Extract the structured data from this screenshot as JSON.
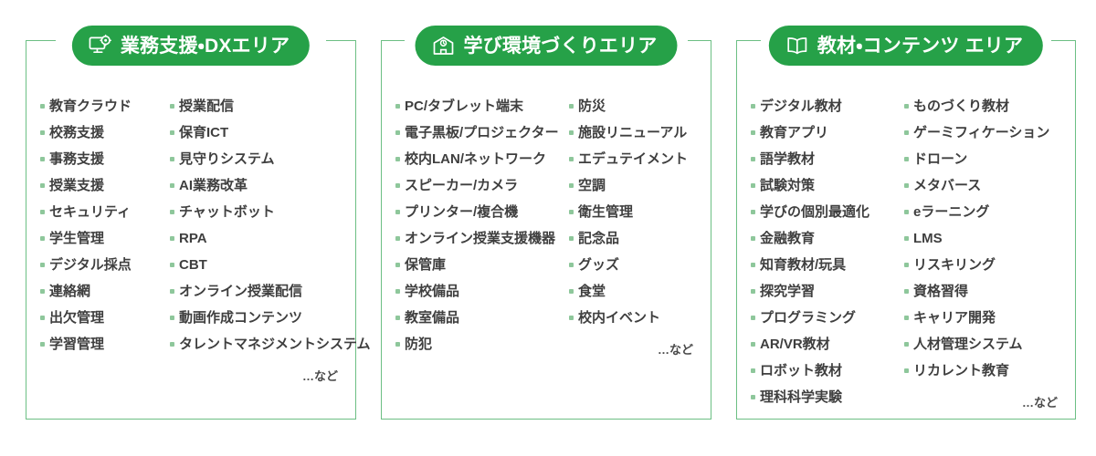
{
  "theme": {
    "badge_green": "#26a148",
    "frame_green": "#6cbf84",
    "bullet_green": "#8ec79b",
    "text_color": "#3f3f3f",
    "background": "#ffffff"
  },
  "panels": [
    {
      "id": "business-support-dx",
      "title": "業務支援・DXエリア",
      "icon": "monitor-gear-icon",
      "col_a": [
        "教育クラウド",
        "校務支援",
        "事務支援",
        "授業支援",
        "セキュリティ",
        "学生管理",
        "デジタル採点",
        "連絡網",
        "出欠管理",
        "学習管理"
      ],
      "col_b": [
        "授業配信",
        "保育ICT",
        "見守りシステム",
        "AI業務改革",
        "チャットボット",
        "RPA",
        "CBT",
        "オンライン授業配信",
        "動画作成コンテンツ",
        "タレントマネジメントシステム"
      ],
      "etc": "…など"
    },
    {
      "id": "learning-environment",
      "title": "学び環境づくりエリア",
      "icon": "school-building-icon",
      "col_a": [
        "PC/タブレット端末",
        "電子黒板/プロジェクター",
        "校内LAN/ネットワーク",
        "スピーカー/カメラ",
        "プリンター/複合機",
        "オンライン授業支援機器",
        "保管庫",
        "学校備品",
        "教室備品",
        "防犯"
      ],
      "col_b": [
        "防災",
        "施設リニューアル",
        "エデュテイメント",
        "空調",
        "衛生管理",
        "記念品",
        "グッズ",
        "食堂",
        "校内イベント"
      ],
      "etc": "…など"
    },
    {
      "id": "teaching-materials-contents",
      "title": "教材・コンテンツ エリア",
      "icon": "open-book-icon",
      "col_a": [
        "デジタル教材",
        "教育アプリ",
        "語学教材",
        "試験対策",
        "学びの個別最適化",
        "金融教育",
        "知育教材/玩具",
        "探究学習",
        "プログラミング",
        "AR/VR教材",
        "ロボット教材",
        "理科科学実験"
      ],
      "col_b": [
        "ものづくり教材",
        "ゲーミフィケーション",
        "ドローン",
        "メタバース",
        "eラーニング",
        "LMS",
        "リスキリング",
        "資格習得",
        "キャリア開発",
        "人材管理システム",
        "リカレント教育"
      ],
      "etc": "…など"
    }
  ]
}
